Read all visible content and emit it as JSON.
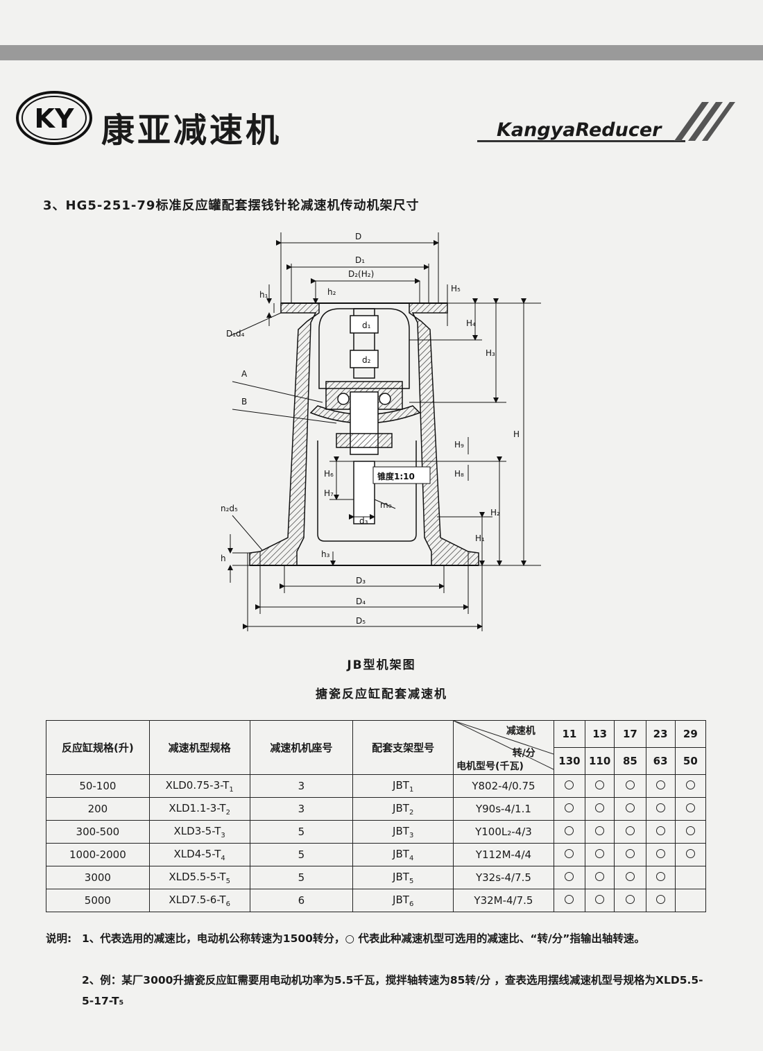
{
  "header": {
    "logo_text": "KY",
    "brand_cn": "康亚减速机",
    "brand_en": "KangyaReducer"
  },
  "section_title": "3、HG5-251-79标准反应罐配套摆钱针轮减速机传动机架尺寸",
  "drawing": {
    "labels": {
      "D": "D",
      "D1": "D₁",
      "D2H2": "D₂(H₂)",
      "D3": "D₃",
      "D4": "D₄",
      "D5": "D₅",
      "h1": "h₁",
      "h2": "h₂",
      "h3": "h₃",
      "h": "h",
      "H": "H",
      "H1": "H₁",
      "H2": "H₂",
      "H3": "H₃",
      "H4": "H₄",
      "H5": "H₅",
      "H6": "H₆",
      "H7": "H₇",
      "H8": "H₈",
      "H9": "H₉",
      "d1": "d₁",
      "d2": "d₂",
      "d3": "d₃",
      "m0": "m₀",
      "D1d4": "D₁d₄",
      "n2d5": "n₂d₅",
      "A": "A",
      "B": "B",
      "taper": "锥度1:10"
    }
  },
  "captions": {
    "figure": "JB型机架图",
    "table": "搪瓷反应缸配套减速机"
  },
  "table": {
    "headers": {
      "col1": "反应缸规格(升)",
      "col2": "减速机型规格",
      "col3": "减速机机座号",
      "col4": "配套支架型号",
      "diag_top": "减速机",
      "diag_mid": "转/分",
      "diag_bottom": "电机型号(千瓦)"
    },
    "ratios": [
      "11",
      "13",
      "17",
      "23",
      "29"
    ],
    "speeds": [
      "130",
      "110",
      "85",
      "63",
      "50"
    ],
    "rows": [
      {
        "tank": "50-100",
        "model_main": "XLD0.75-3-T",
        "model_sub": "1",
        "seat": "3",
        "frame_main": "JBT",
        "frame_sub": "1",
        "motor": "Y802-4/0.75",
        "marks": [
          true,
          true,
          true,
          true,
          true
        ]
      },
      {
        "tank": "200",
        "model_main": "XLD1.1-3-T",
        "model_sub": "2",
        "seat": "3",
        "frame_main": "JBT",
        "frame_sub": "2",
        "motor": "Y90s-4/1.1",
        "marks": [
          true,
          true,
          true,
          true,
          true
        ]
      },
      {
        "tank": "300-500",
        "model_main": "XLD3-5-T",
        "model_sub": "3",
        "seat": "5",
        "frame_main": "JBT",
        "frame_sub": "3",
        "motor": "Y100L₂-4/3",
        "marks": [
          true,
          true,
          true,
          true,
          true
        ]
      },
      {
        "tank": "1000-2000",
        "model_main": "XLD4-5-T",
        "model_sub": "4",
        "seat": "5",
        "frame_main": "JBT",
        "frame_sub": "4",
        "motor": "Y112M-4/4",
        "marks": [
          true,
          true,
          true,
          true,
          true
        ]
      },
      {
        "tank": "3000",
        "model_main": "XLD5.5-5-T",
        "model_sub": "5",
        "seat": "5",
        "frame_main": "JBT",
        "frame_sub": "5",
        "motor": "Y32s-4/7.5",
        "marks": [
          true,
          true,
          true,
          true,
          false
        ]
      },
      {
        "tank": "5000",
        "model_main": "XLD7.5-6-T",
        "model_sub": "6",
        "seat": "6",
        "frame_main": "JBT",
        "frame_sub": "6",
        "motor": "Y32M-4/7.5",
        "marks": [
          true,
          true,
          true,
          true,
          false
        ]
      }
    ]
  },
  "notes": {
    "label": "说明:",
    "note1": "1、代表选用的减速比，电动机公称转速为1500转分，○ 代表此种减速机型可选用的减速比、“转/分”指输出轴转速。",
    "note2": "2、例：某厂3000升搪瓷反应缸需要用电动机功率为5.5千瓦，搅拌轴转速为85转/分 ，查表选用摆线减速机型号规格为XLD5.5-5-17-T₅"
  }
}
